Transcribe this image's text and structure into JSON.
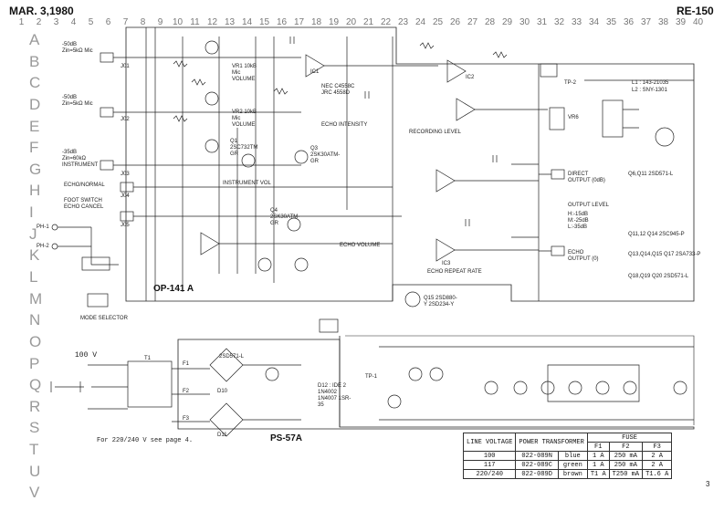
{
  "header": {
    "date": "MAR. 3,1980",
    "model": "RE-150",
    "page_number": "3"
  },
  "grid": {
    "columns": [
      "1",
      "2",
      "3",
      "4",
      "5",
      "6",
      "7",
      "8",
      "9",
      "10",
      "11",
      "12",
      "13",
      "14",
      "15",
      "16",
      "17",
      "18",
      "19",
      "20",
      "21",
      "22",
      "23",
      "24",
      "25",
      "26",
      "27",
      "28",
      "29",
      "30",
      "31",
      "32",
      "33",
      "34",
      "35",
      "36",
      "37",
      "38",
      "39",
      "40"
    ],
    "rows": [
      "A",
      "B",
      "C",
      "D",
      "E",
      "F",
      "G",
      "H",
      "I",
      "J",
      "K",
      "L",
      "M",
      "N",
      "O",
      "P",
      "Q",
      "R",
      "S",
      "T",
      "U",
      "V"
    ]
  },
  "blocks": {
    "op141": "OP-141 A",
    "ps57": "PS-57A"
  },
  "inputs": {
    "mic1": "-50dB Zin=5kΩ Mic",
    "mic2": "-50dB Zin=5kΩ Mic",
    "instrument": "-35dB Zin=60kΩ INSTRUMENT",
    "echo_normal": "ECHO/NORMAL",
    "foot_switch": "FOOT SWITCH ECHO CANCEL",
    "ph1": "PH-1",
    "ph2": "PH-2",
    "mode_selector": "MODE SELECTOR",
    "jacks": [
      "J01",
      "J02",
      "J03",
      "J04",
      "J05"
    ]
  },
  "controls": {
    "mic_volume_1": "VR1 10kB Mic VOLUME",
    "mic_volume_2": "VR2 10kB Mic VOLUME",
    "instrument_vol": "INSTRUMENT VOL",
    "echo_intensity": "ECHO INTENSITY",
    "recording_level": "RECORDING LEVEL",
    "echo_volume": "ECHO VOLUME",
    "repeat_rate": "ECHO REPEAT RATE",
    "direct_output": "DIRECT OUTPUT (0dB)",
    "output_level": "OUTPUT LEVEL",
    "output_levels": "H:-15dB  M:-25dB  L:-35dB",
    "echo_output": "ECHO OUTPUT (0)",
    "tp1": "TP-1",
    "tp2": "TP-2",
    "vr6": "VR6"
  },
  "parts": {
    "q1": "Q1 2SC732TM GR",
    "q3": "Q3 2SK30ATM-GR",
    "q4": "Q4 2SK30ATM-GR",
    "ic1": "IC1",
    "ic2": "IC2",
    "ic3": "IC3",
    "ic_type": "NEC C4558C JRC 4558D",
    "q15": "Q15 2SD880-Y 2SD234-Y",
    "q16": "2SD571-L",
    "d10": "D10",
    "d11": "D11",
    "l1": "L1 : 143-21035",
    "l2": "L2 : SNY-1301",
    "note_qs": [
      "Q6,Q11 2SD571-L",
      "Q11,12 Q14 2SC945-P",
      "Q13,Q14,Q15 Q17 2SA733-P",
      "Q18,Q19 Q20 2SD571-L"
    ],
    "d12": "D12 : IDE 2 1N4002 1N4007 1SR-35"
  },
  "power": {
    "voltage_label": "100 V",
    "note": "For 220/240 V see page 4.",
    "fuses": [
      "F1",
      "F2",
      "F3"
    ],
    "transformer": "T1"
  },
  "power_table": {
    "headers": [
      "LINE VOLTAGE",
      "POWER TRANSFORMER",
      "",
      "FUSE"
    ],
    "fuse_cols": [
      "F1",
      "F2",
      "F3"
    ],
    "rows": [
      {
        "voltage": "100",
        "part": "022-089N",
        "color": "blue",
        "f1": "1 A",
        "f2": "250 mA",
        "f3": "2 A"
      },
      {
        "voltage": "117",
        "part": "022-089C",
        "color": "green",
        "f1": "1 A",
        "f2": "250 mA",
        "f3": "2 A"
      },
      {
        "voltage": "220/240",
        "part": "022-089D",
        "color": "brown",
        "f1": "T1 A",
        "f2": "T250 mA",
        "f3": "T1.6 A"
      }
    ]
  }
}
